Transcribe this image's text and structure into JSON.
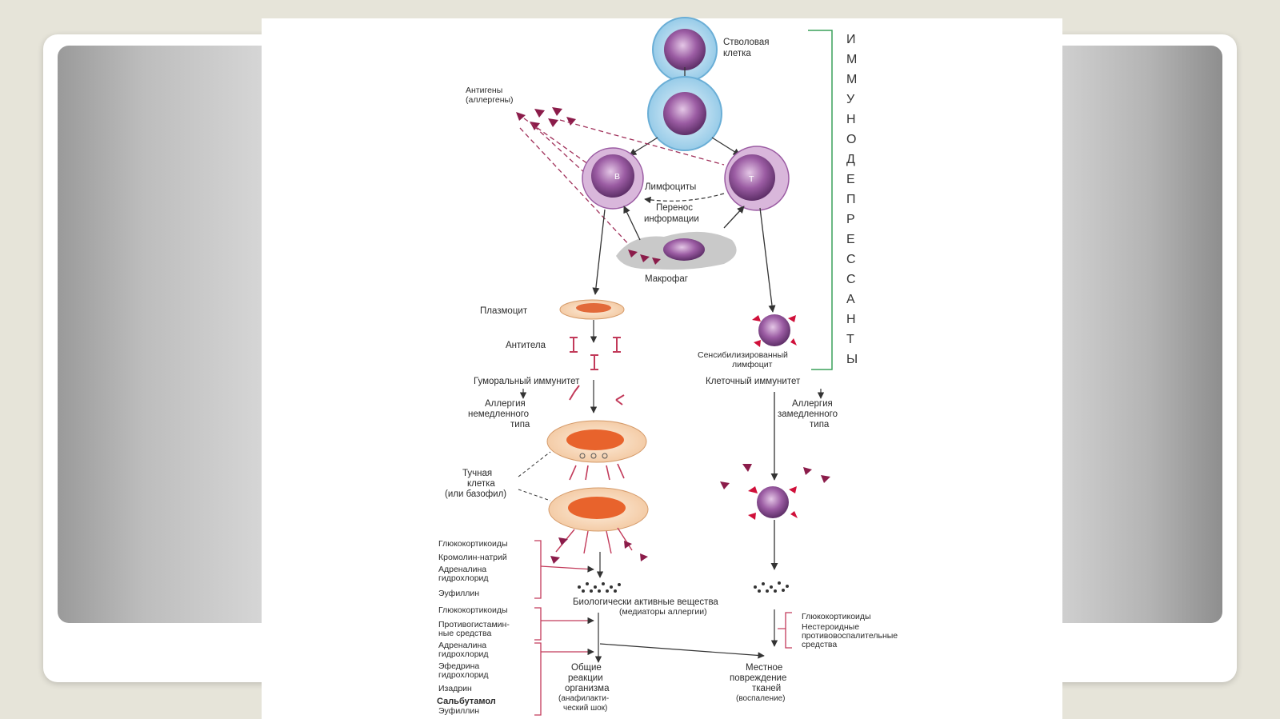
{
  "diagram": {
    "stem_cell": "Стволовая\nклетка",
    "antigens": "Антигены\n(аллергены)",
    "b_label": "B",
    "t_label": "T",
    "lymphocytes": "Лимфоциты",
    "info_transfer": "Перенос\nинформации",
    "macrophage": "Макрофаг",
    "plasmocyte": "Плазмоцит",
    "antibodies": "Антитела",
    "sensitized_lymphocyte": "Сенсибилизированный\nлимфоцит",
    "humoral_immunity": "Гуморальный иммунитет",
    "cellular_immunity": "Клеточный иммунитет",
    "allergy_immediate": "Аллергия\nнемедленного\nтипа",
    "allergy_delayed": "Аллергия\nзамедленного\nтипа",
    "mast_cell": "Тучная\nклетка\n(или базофил)",
    "bioactive": "Биологически активные вещества",
    "mediators": "(медиаторы аллергии)",
    "general_reactions": "Общие\nреакции\nорганизма\n(анафилакти-\nческий шок)",
    "local_damage": "Местное\nповреждение\nтканей\n(воспаление)",
    "vertical_word": "ИММУНОДЕПРЕССАНТЫ",
    "drugs_group1": [
      "Глюкокортикоиды",
      "Кромолин-натрий",
      "Адреналина\nгидрохлорид",
      "Эуфиллин"
    ],
    "drugs_group2": [
      "Глюкокортикоиды",
      "Противогистамин-\nные средства"
    ],
    "drugs_group3": [
      "Адреналина\nгидрохлорид",
      "Эфедрина\nгидрохлорид",
      "Изадрин",
      "Сальбутамол",
      "Эуфиллин"
    ],
    "drugs_right": [
      "Глюкокортикоиды",
      "Нестероидные\nпротивовоспалительные\nсредства"
    ]
  }
}
